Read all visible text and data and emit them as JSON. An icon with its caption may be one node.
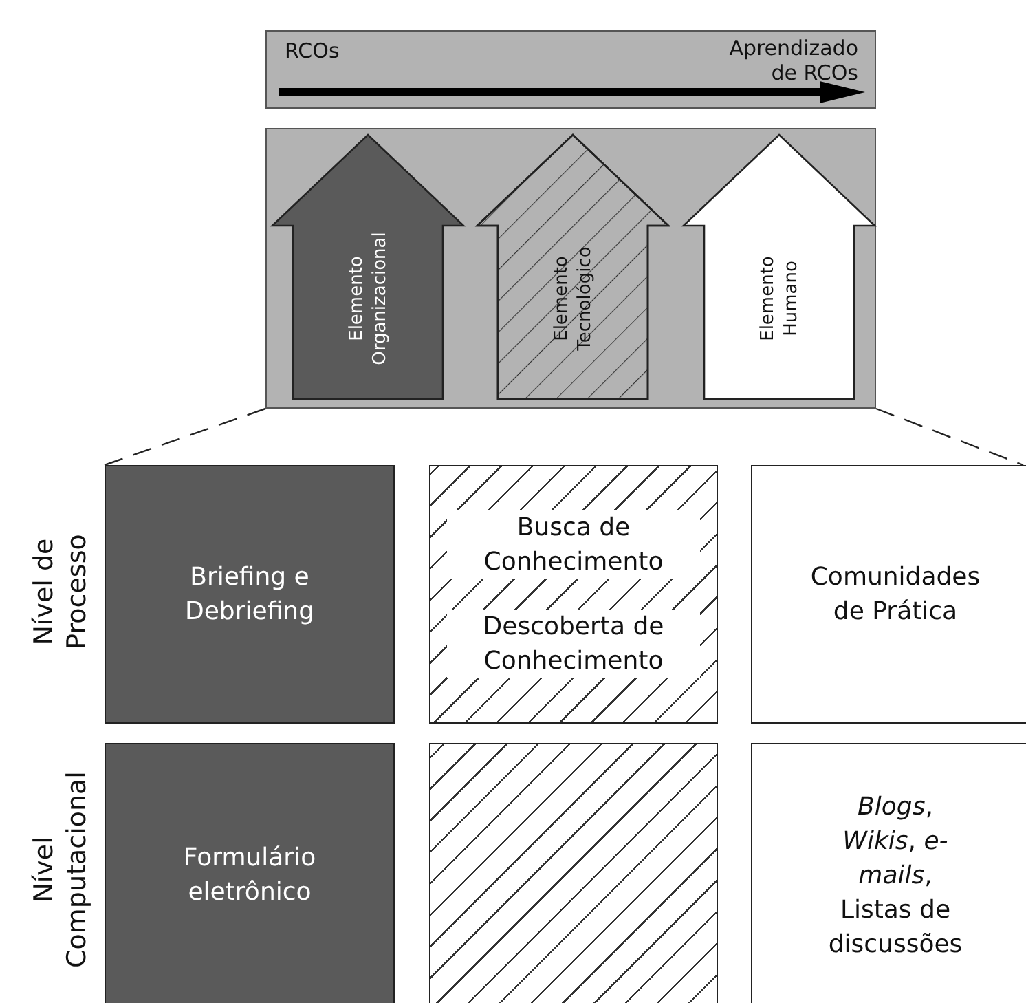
{
  "diagram": {
    "nodes": [
      {
        "text": [
          "RCOs",
          "Aprendizado de RCOs"
        ]
      },
      {
        "text": [],
        "shape": "box"
      },
      {
        "text": [
          "Elemento Organizacional"
        ],
        "in": 1
      },
      {
        "text": [
          "Elemento Tecnológico"
        ],
        "in": 1
      },
      {
        "text": [
          "Elemento Humano"
        ],
        "in": 1
      },
      {
        "text": [
          "Briefing e Debriefing"
        ]
      },
      {
        "text": [
          "Busca de Conhecimento",
          "Descoberta de Conhecimento"
        ]
      },
      {
        "text": [
          "Comunidades de Prática"
        ]
      },
      {
        "text": [
          "Formulário eletrônico"
        ]
      },
      {
        "text": [],
        "shape": "box"
      },
      {
        "text": [
          "*Blogs*, *Wikis*, *e-mails*, Listas de discussões"
        ]
      }
    ],
    "edges": [
      {
        "from": 1,
        "to": 5,
        "arrow": "none",
        "style": "dashed"
      },
      {
        "from": 1,
        "to": 7,
        "arrow": "none",
        "style": "dashed"
      }
    ],
    "labels": [
      "Nível de Processo",
      "Nível Computacional"
    ]
  }
}
